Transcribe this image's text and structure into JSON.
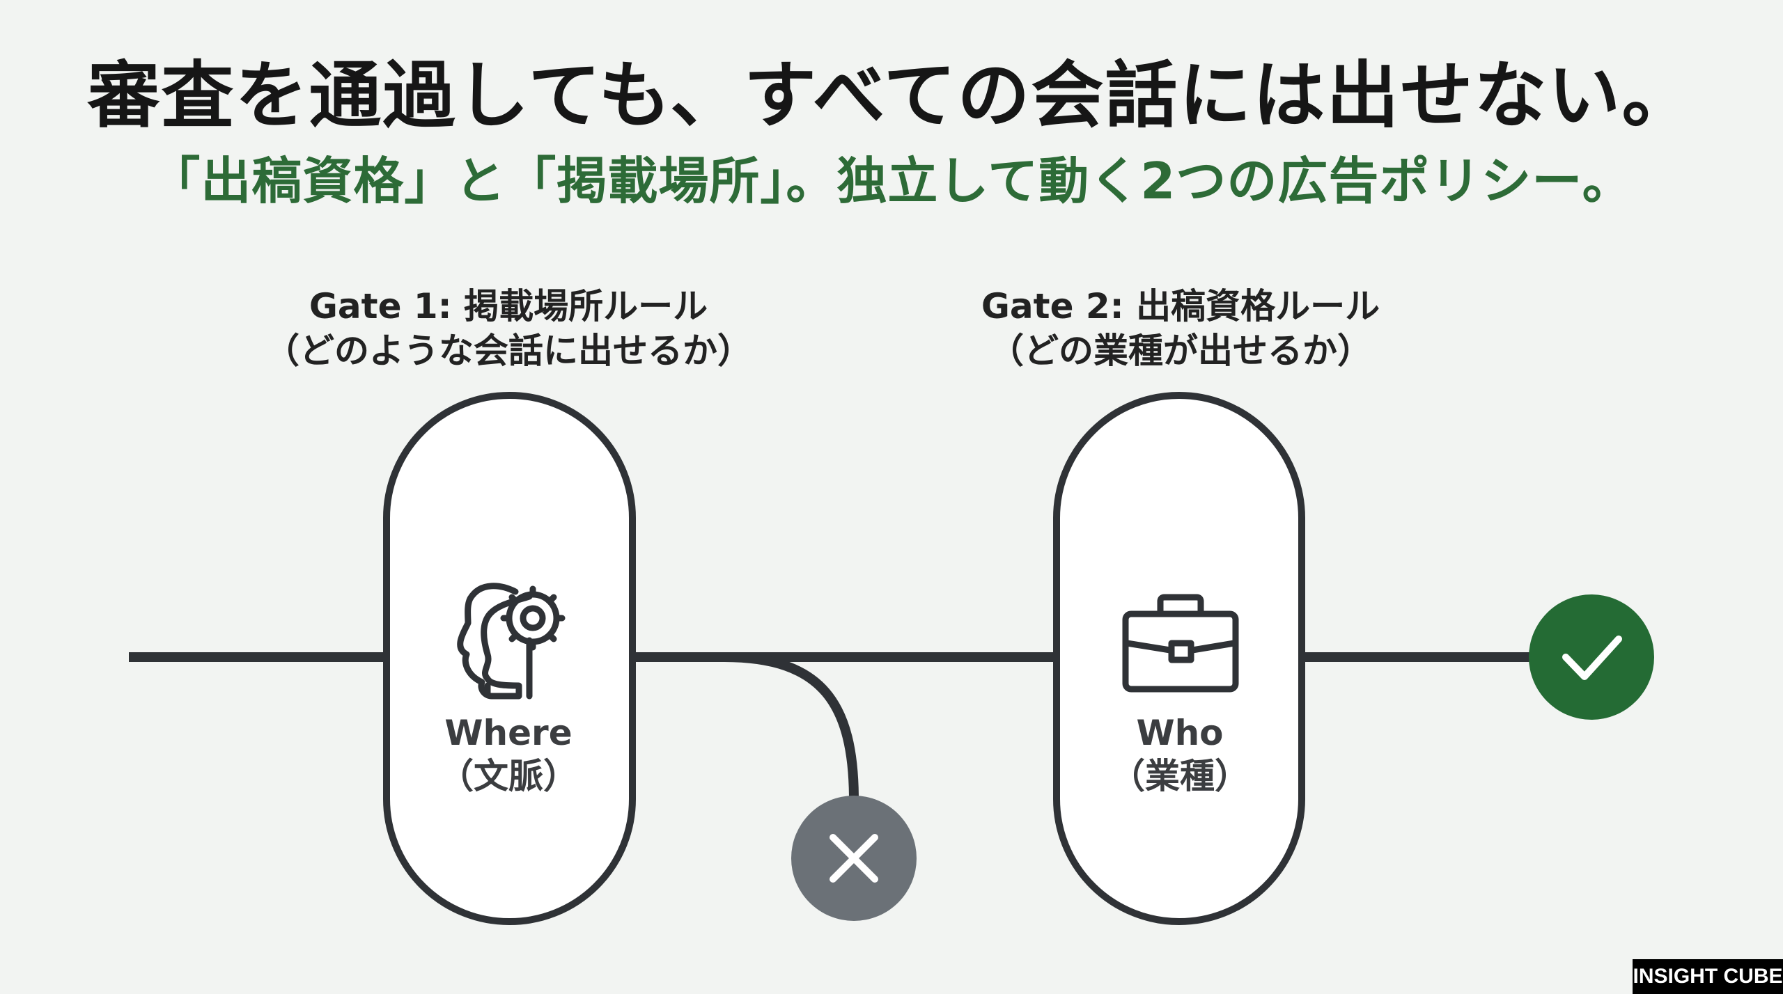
{
  "title": "審査を通過しても、すべての会話には出せない。",
  "subtitle": "「出稿資格」と「掲載場所」。独立して動く2つの広告ポリシー。",
  "gates": [
    {
      "heading": "Gate 1: 掲載場所ルール",
      "question": "（どのような会話に出せるか）",
      "name": "Where",
      "sub": "（文脈）",
      "icon": "head-gear-icon"
    },
    {
      "heading": "Gate 2: 出稿資格ルール",
      "question": "（どの業種が出せるか）",
      "name": "Who",
      "sub": "（業種）",
      "icon": "briefcase-icon"
    }
  ],
  "outcomes": {
    "rejected_icon": "cross-icon",
    "approved_icon": "check-icon"
  },
  "brand": "INSIGHT CUBE",
  "colors": {
    "background": "#f2f4f2",
    "title": "#161616",
    "accent_green": "#2d6b37",
    "line": "#2f3236",
    "reject_gray": "#6b7177",
    "approve_green": "#246b34"
  }
}
